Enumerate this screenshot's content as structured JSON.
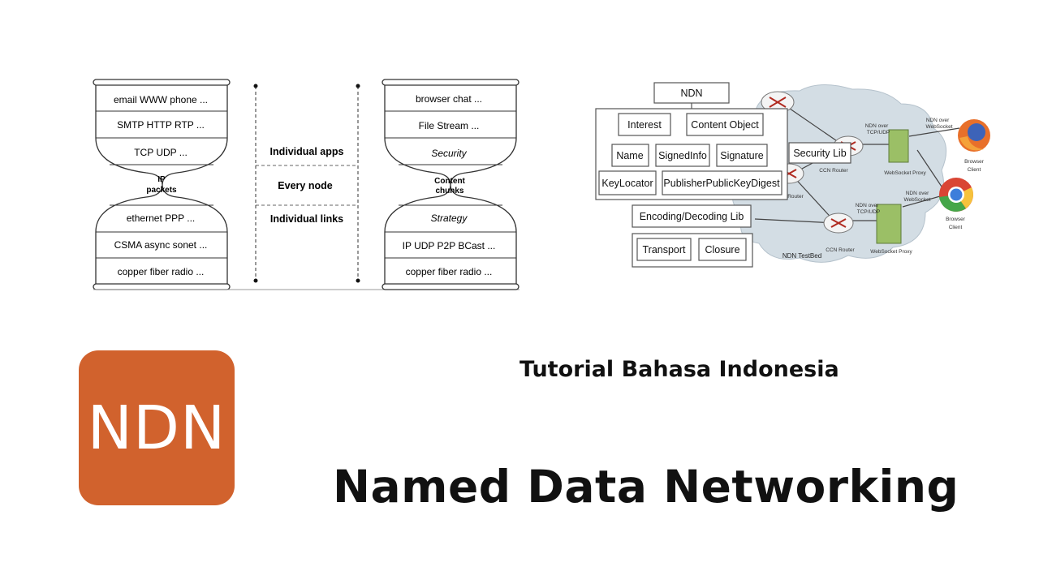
{
  "hourglass_left": {
    "layers": [
      "email  WWW  phone ...",
      "SMTP  HTTP  RTP ...",
      "TCP  UDP  ...",
      "IP",
      "packets",
      "ethernet  PPP ...",
      "CSMA  async  sonet ...",
      "copper  fiber  radio ..."
    ]
  },
  "middle_labels": {
    "apps": "Individual apps",
    "node": "Every node",
    "links": "Individual links"
  },
  "hourglass_right": {
    "layers": [
      "browser  chat  ...",
      "File  Stream  ...",
      "Security",
      "Content",
      "chunks",
      "Strategy",
      "IP  UDP  P2P  BCast ...",
      "copper  fiber  radio ..."
    ]
  },
  "architecture": {
    "ndn": "NDN",
    "interest": "Interest",
    "content_object": "Content Object",
    "name": "Name",
    "signed_info": "SignedInfo",
    "signature": "Signature",
    "key_locator": "KeyLocator",
    "publisher_digest": "PublisherPublicKeyDigest",
    "security_lib": "Security Lib",
    "encoding_lib": "Encoding/Decoding Lib",
    "transport": "Transport",
    "closure": "Closure",
    "ccn_router": "CCN Router",
    "router": "Router",
    "ndn_over_tcp": "NDN over",
    "tcp_udp": "TCP/UDP",
    "ndn_over_ws": "NDN over",
    "websocket": "WebSocket",
    "websocket_proxy": "WebSocket Proxy",
    "browser_client_1": "Browser",
    "browser_client_2": "Client",
    "ndn_testbed": "NDN TestBed"
  },
  "logo": {
    "text": "NDN",
    "color": "#d1622d"
  },
  "subtitle": "Tutorial Bahasa Indonesia",
  "title": "Named Data Networking"
}
